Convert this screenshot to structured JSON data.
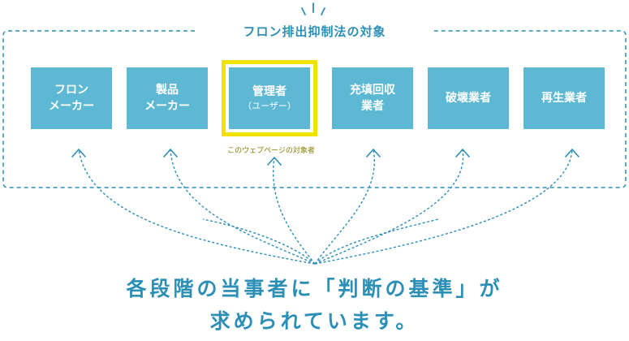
{
  "title": "フロン排出抑制法の対象",
  "boxes": [
    {
      "line1": "フロン",
      "line2": "メーカー",
      "sub": ""
    },
    {
      "line1": "製品",
      "line2": "メーカー",
      "sub": ""
    },
    {
      "line1": "管理者",
      "line2": "",
      "sub": "（ユーザー）"
    },
    {
      "line1": "充填回収",
      "line2": "業者",
      "sub": ""
    },
    {
      "line1": "破壊業者",
      "line2": "",
      "sub": ""
    },
    {
      "line1": "再生業者",
      "line2": "",
      "sub": ""
    }
  ],
  "highlight_note": "このウェブページの対象者",
  "message": {
    "line1": "各段階の当事者に「判断の基準」が",
    "line2": "求められています。"
  },
  "colors": {
    "accent": "#2c8fb6",
    "box_fill": "#5cb8d3",
    "highlight": "#f2e200"
  }
}
